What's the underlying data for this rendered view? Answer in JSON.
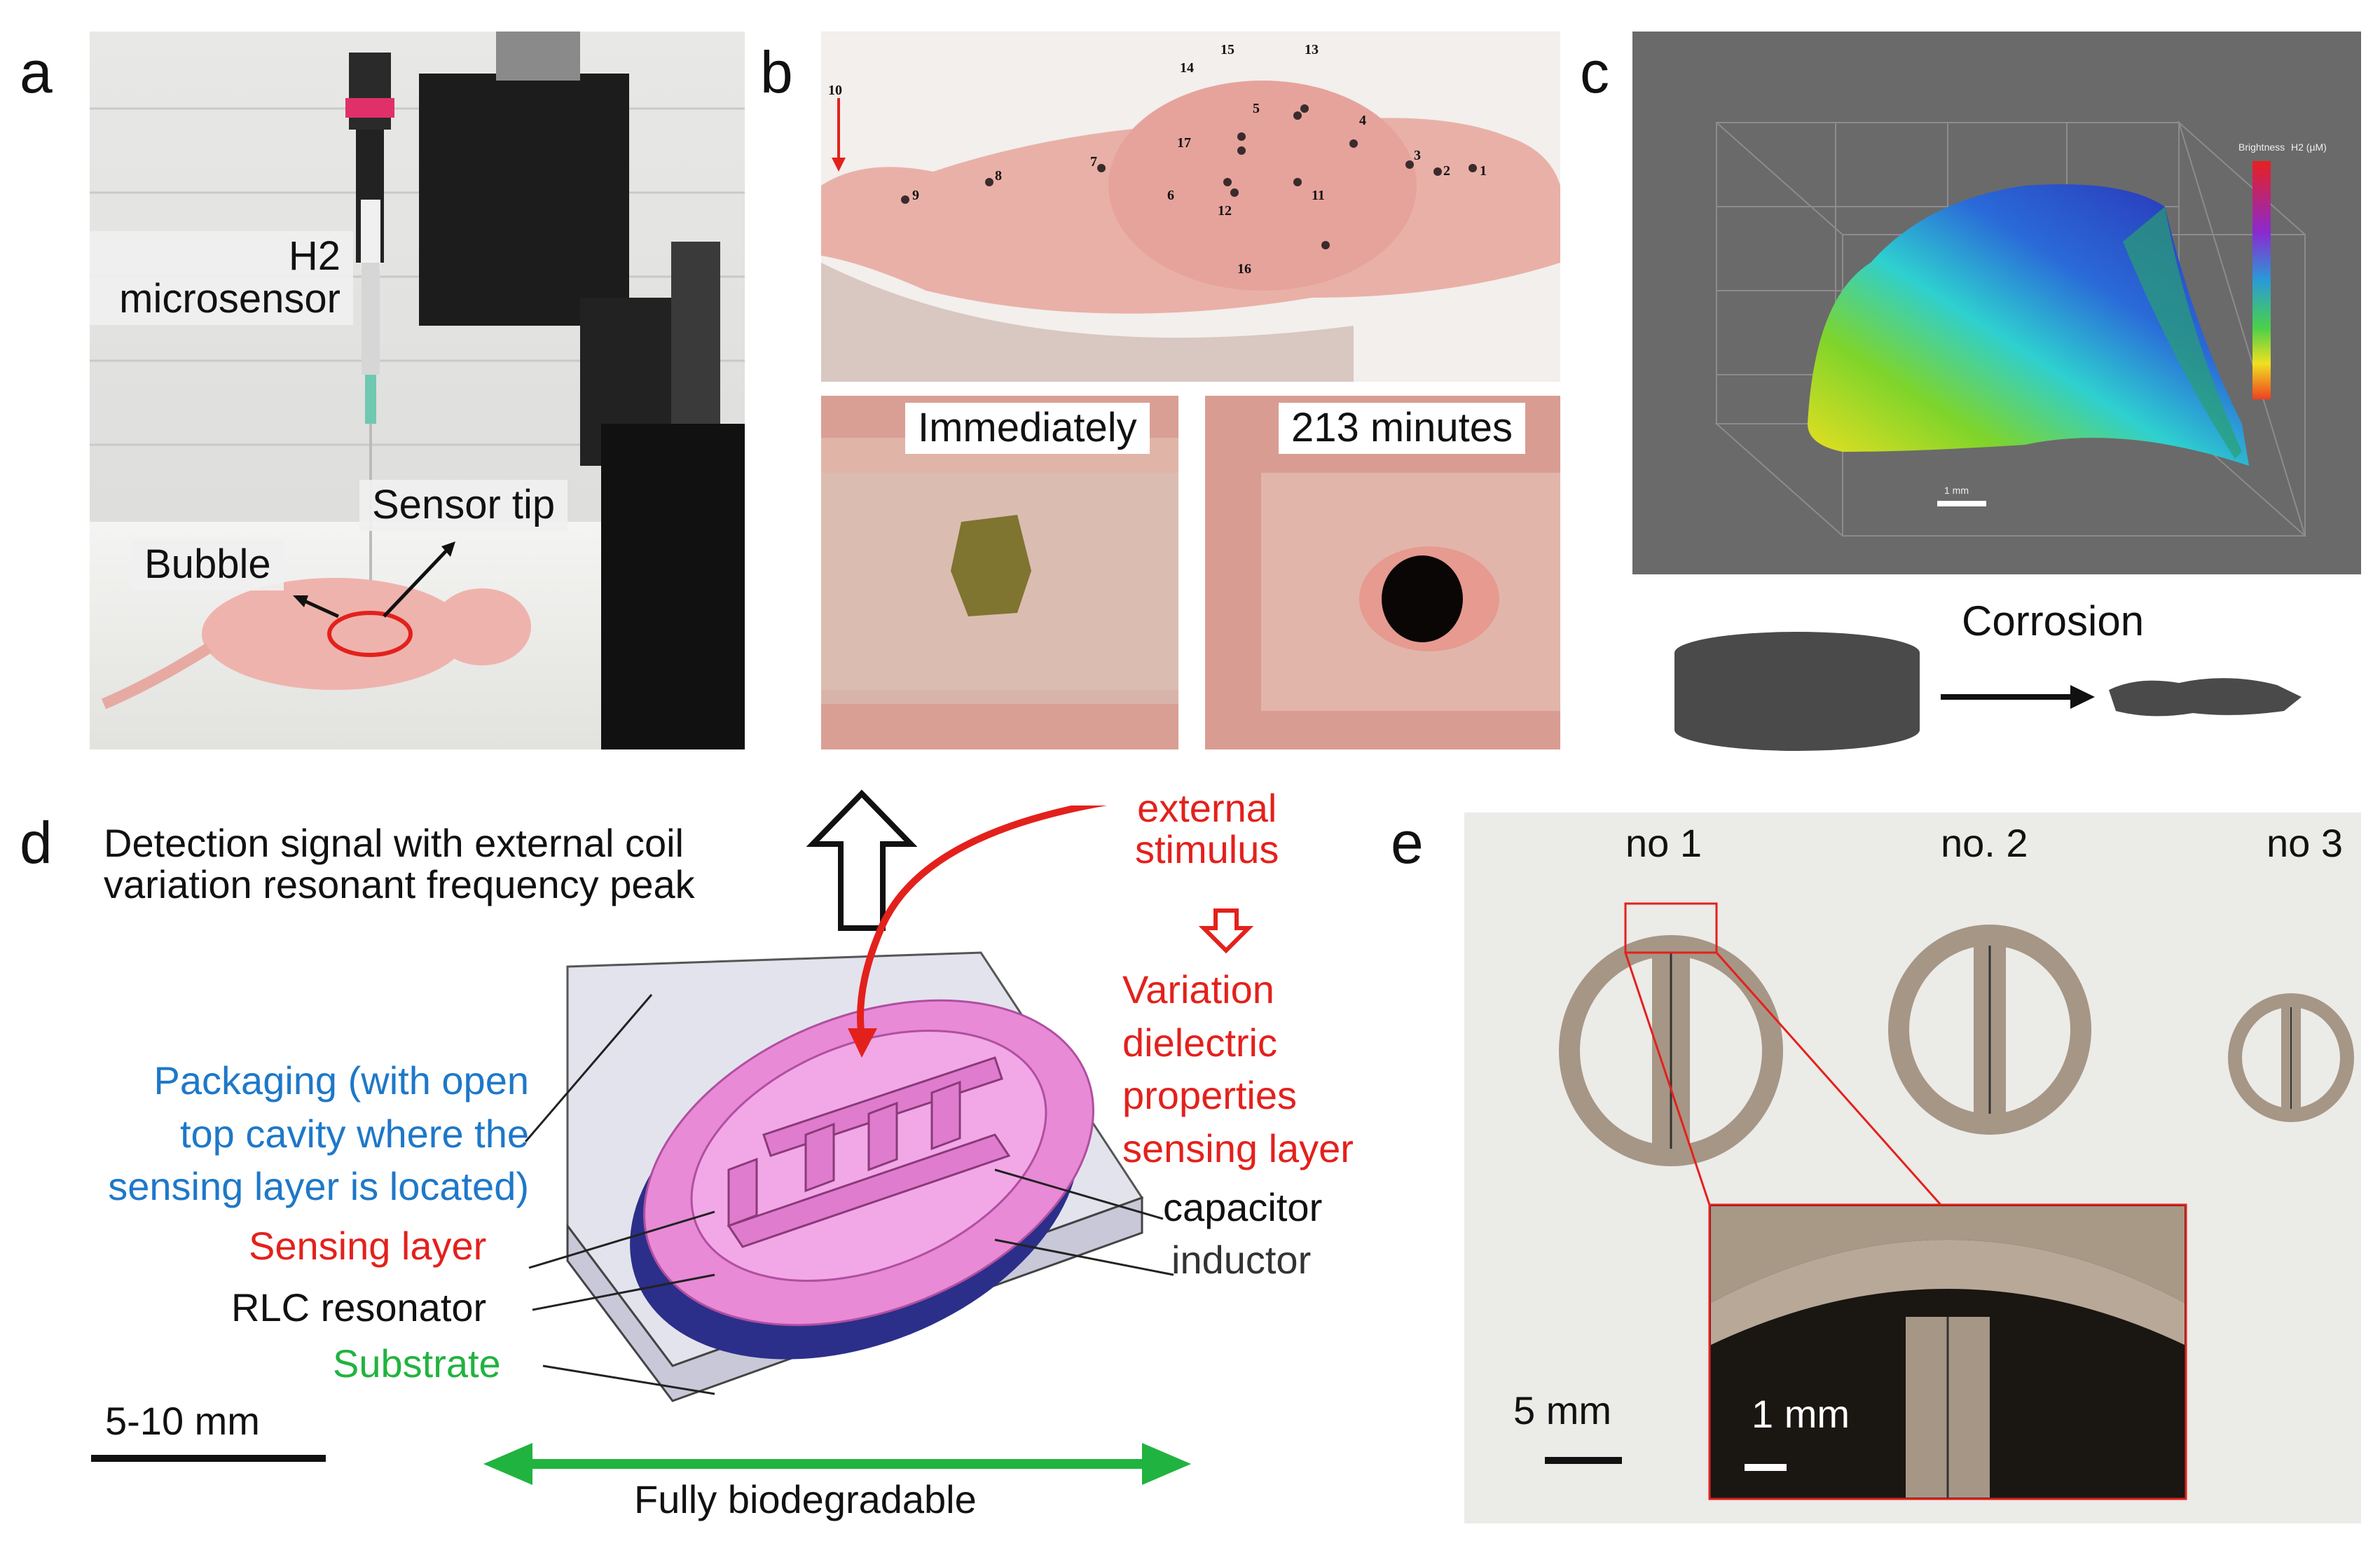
{
  "panels": {
    "a": {
      "label": "a",
      "sensor_label_line1": "H2",
      "sensor_label_line2": "microsensor",
      "sensortip_label": "Sensor tip",
      "bubble_label": "Bubble"
    },
    "b": {
      "label": "b",
      "immediately_label": "Immediately",
      "later_label": "213 minutes",
      "site_numbers": [
        "1",
        "2",
        "3",
        "4",
        "5",
        "6",
        "7",
        "8",
        "9",
        "10",
        "11",
        "12",
        "13",
        "14",
        "15",
        "16",
        "17"
      ]
    },
    "c": {
      "label": "c",
      "corrosion_label": "Corrosion",
      "scale_label": "1 mm",
      "colorbar_title": "Brightness",
      "colorbar_unit": "H2 (µM)"
    },
    "d": {
      "label": "d",
      "detection_line1": "Detection signal with external coil",
      "detection_line2": "variation resonant frequency peak",
      "stimulus_line1": "external",
      "stimulus_line2": "stimulus",
      "variation_lines": [
        "Variation",
        "dielectric",
        "properties",
        "sensing layer"
      ],
      "packaging_lines": [
        "Packaging (with open",
        "top cavity where the",
        "sensing layer is located)"
      ],
      "sensing_layer": "Sensing layer",
      "rlc": "RLC resonator",
      "substrate": "Substrate",
      "capacitor": "capacitor",
      "inductor": "inductor",
      "scale": "5-10 mm",
      "biodegradable": "Fully biodegradable"
    },
    "e": {
      "label": "e",
      "no1": "no 1",
      "no2": "no. 2",
      "no3": "no 3",
      "scale_main": "5 mm",
      "scale_inset": "1 mm"
    }
  },
  "colors": {
    "red": "#e3211c",
    "blue": "#1e78c8",
    "green": "#21b33f",
    "pink": "#e88ad6",
    "navy": "#2b2f8a"
  }
}
